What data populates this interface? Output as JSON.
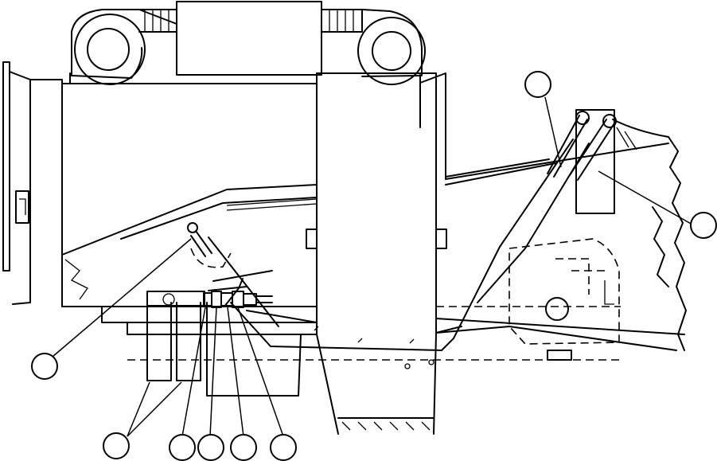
{
  "figure": {
    "description_labels": [],
    "callouts": [
      {
        "id": "c1",
        "shape": "circle"
      },
      {
        "id": "c2",
        "shape": "circle"
      },
      {
        "id": "c3",
        "shape": "circle"
      },
      {
        "id": "c4",
        "shape": "circle"
      },
      {
        "id": "c5",
        "shape": "circle"
      },
      {
        "id": "c6",
        "shape": "circle"
      },
      {
        "id": "c7",
        "shape": "circle"
      },
      {
        "id": "c8",
        "shape": "circle"
      },
      {
        "id": "c9",
        "shape": "circle"
      }
    ],
    "colors": {
      "line": "#000000",
      "background": "#ffffff"
    }
  }
}
